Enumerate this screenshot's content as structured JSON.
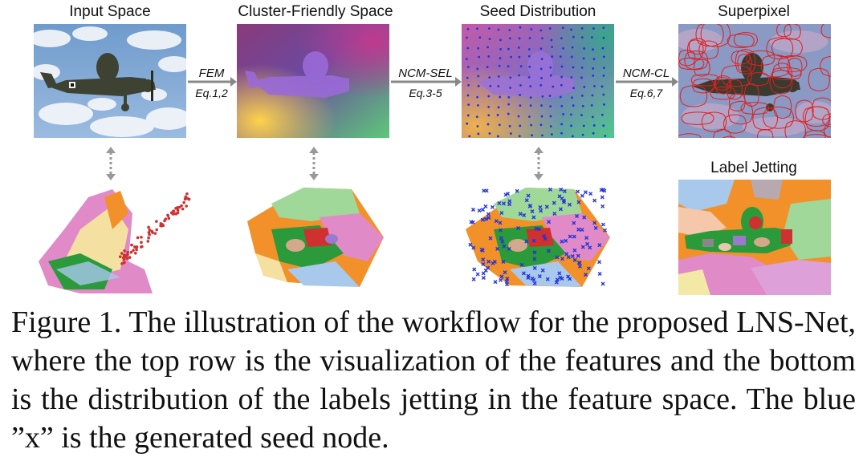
{
  "figure": {
    "titles": {
      "input": "Input Space",
      "cluster": "Cluster-Friendly Space",
      "seed": "Seed Distribution",
      "superpixel": "Superpixel",
      "jetting": "Label Jetting"
    },
    "operations": [
      {
        "name": "FEM",
        "eq": "Eq.1,2"
      },
      {
        "name": "NCM-SEL",
        "eq": "Eq.3-5"
      },
      {
        "name": "NCM-CL",
        "eq": "Eq.6,7"
      }
    ],
    "colors": {
      "arrow": "#888888",
      "seed_marker": "#2233dd",
      "superpixel_boundary": "#e02020"
    }
  },
  "caption": "Figure 1. The illustration of the workflow for the proposed LNS-Net, where the top row is the visualization of the features and the bottom is the distribution of the labels jetting in the feature space. The blue ”x” is the generated seed node."
}
